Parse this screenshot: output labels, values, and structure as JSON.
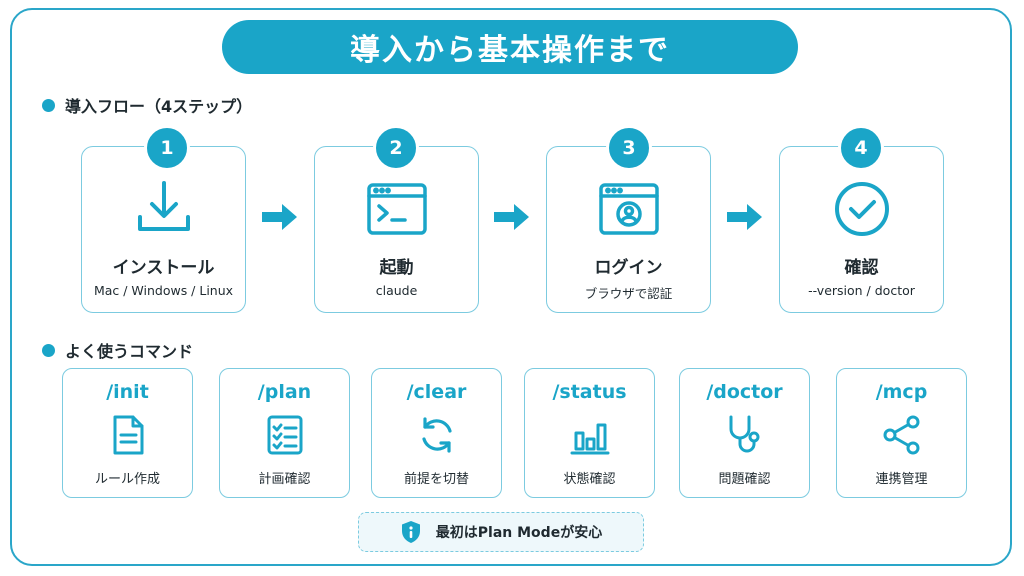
{
  "title": "導入から基本操作まで",
  "colors": {
    "accent": "#1aa5c8",
    "border": "#7ccbe0",
    "text": "#1f2a30",
    "note_bg": "#eef8fb"
  },
  "section_flow": {
    "title": "導入フロー（4ステップ）"
  },
  "steps": [
    {
      "number": "1",
      "label": "インストール",
      "sub": "Mac / Windows / Linux",
      "icon": "download-icon"
    },
    {
      "number": "2",
      "label": "起動",
      "sub": "claude",
      "icon": "terminal-window-icon"
    },
    {
      "number": "3",
      "label": "ログイン",
      "sub": "ブラウザで認証",
      "icon": "browser-user-icon"
    },
    {
      "number": "4",
      "label": "確認",
      "sub": "--version / doctor",
      "icon": "check-circle-icon"
    }
  ],
  "section_commands": {
    "title": "よく使うコマンド"
  },
  "commands": [
    {
      "name": "/init",
      "label": "ルール作成",
      "icon": "document-icon"
    },
    {
      "name": "/plan",
      "label": "計画確認",
      "icon": "checklist-icon"
    },
    {
      "name": "/clear",
      "label": "前提を切替",
      "icon": "refresh-icon"
    },
    {
      "name": "/status",
      "label": "状態確認",
      "icon": "bar-chart-icon"
    },
    {
      "name": "/doctor",
      "label": "問題確認",
      "icon": "stethoscope-icon"
    },
    {
      "name": "/mcp",
      "label": "連携管理",
      "icon": "share-icon"
    }
  ],
  "note": {
    "text": "最初はPlan Modeが安心",
    "icon": "shield-info-icon"
  }
}
